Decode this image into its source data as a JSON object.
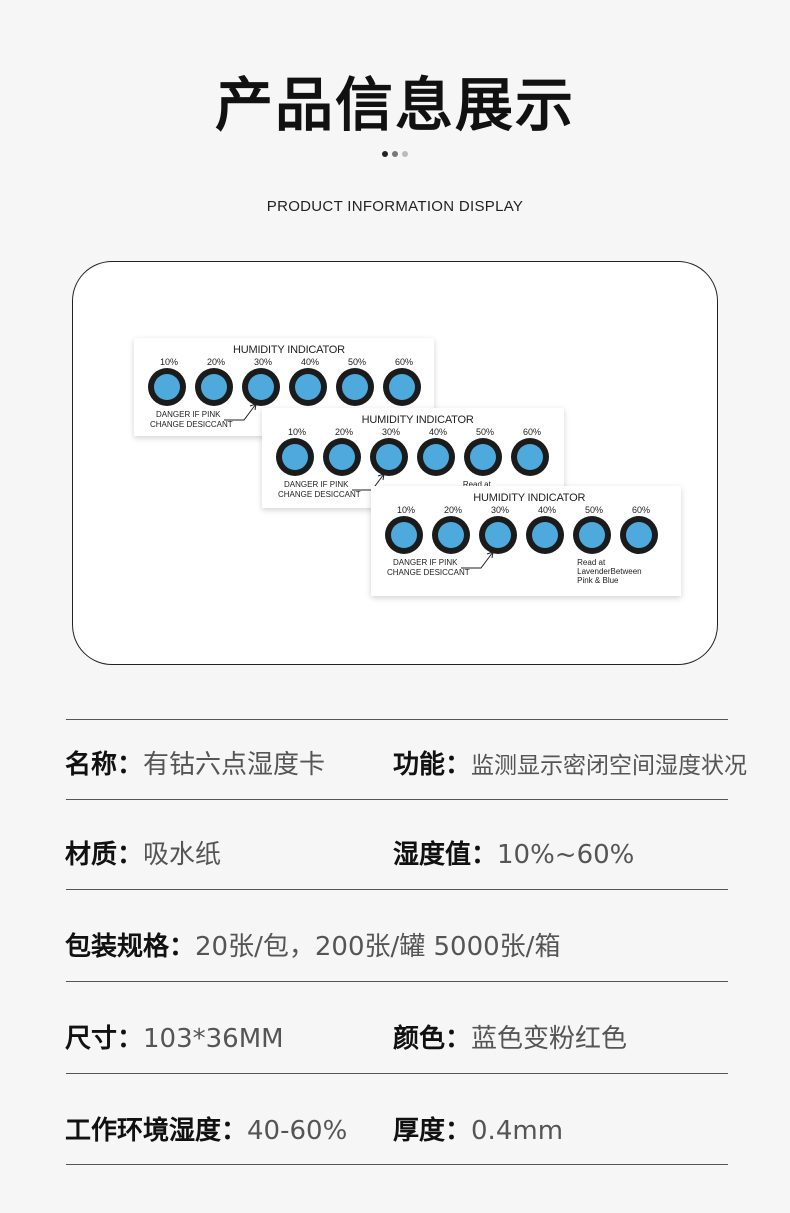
{
  "header": {
    "title": "产品信息展示",
    "subtitle": "PRODUCT INFORMATION DISPLAY",
    "dot_colors": [
      "#222222",
      "#777777",
      "#bbbbbb"
    ]
  },
  "card": {
    "title": "HUMIDITY INDICATOR",
    "levels": [
      "10%",
      "20%",
      "30%",
      "40%",
      "50%",
      "60%"
    ],
    "warning_line1": "DANGER IF PINK",
    "warning_line2": "CHANGE DESICCANT",
    "read_line1": "Read at",
    "read_line2": "LavenderBetween",
    "read_line3": "Pink & Blue",
    "ring_color": "#1b1b1b",
    "dot_color": "#4ea9dd"
  },
  "specs": [
    [
      {
        "label": "名称",
        "value": "有钴六点湿度卡"
      },
      {
        "label": "功能",
        "value": "监测显示密闭空间湿度状况"
      }
    ],
    [
      {
        "label": "材质",
        "value": "吸水纸"
      },
      {
        "label": "湿度值",
        "value": "10%~60%"
      }
    ],
    [
      {
        "label": "包装规格",
        "value": "20张/包，200张/罐 5000张/箱"
      }
    ],
    [
      {
        "label": "尺寸",
        "value": "103*36MM"
      },
      {
        "label": "颜色",
        "value": "蓝色变粉红色"
      }
    ],
    [
      {
        "label": "工作环境湿度",
        "value": "40-60%"
      },
      {
        "label": "厚度",
        "value": "0.4mm"
      }
    ]
  ],
  "spec_separator": "："
}
